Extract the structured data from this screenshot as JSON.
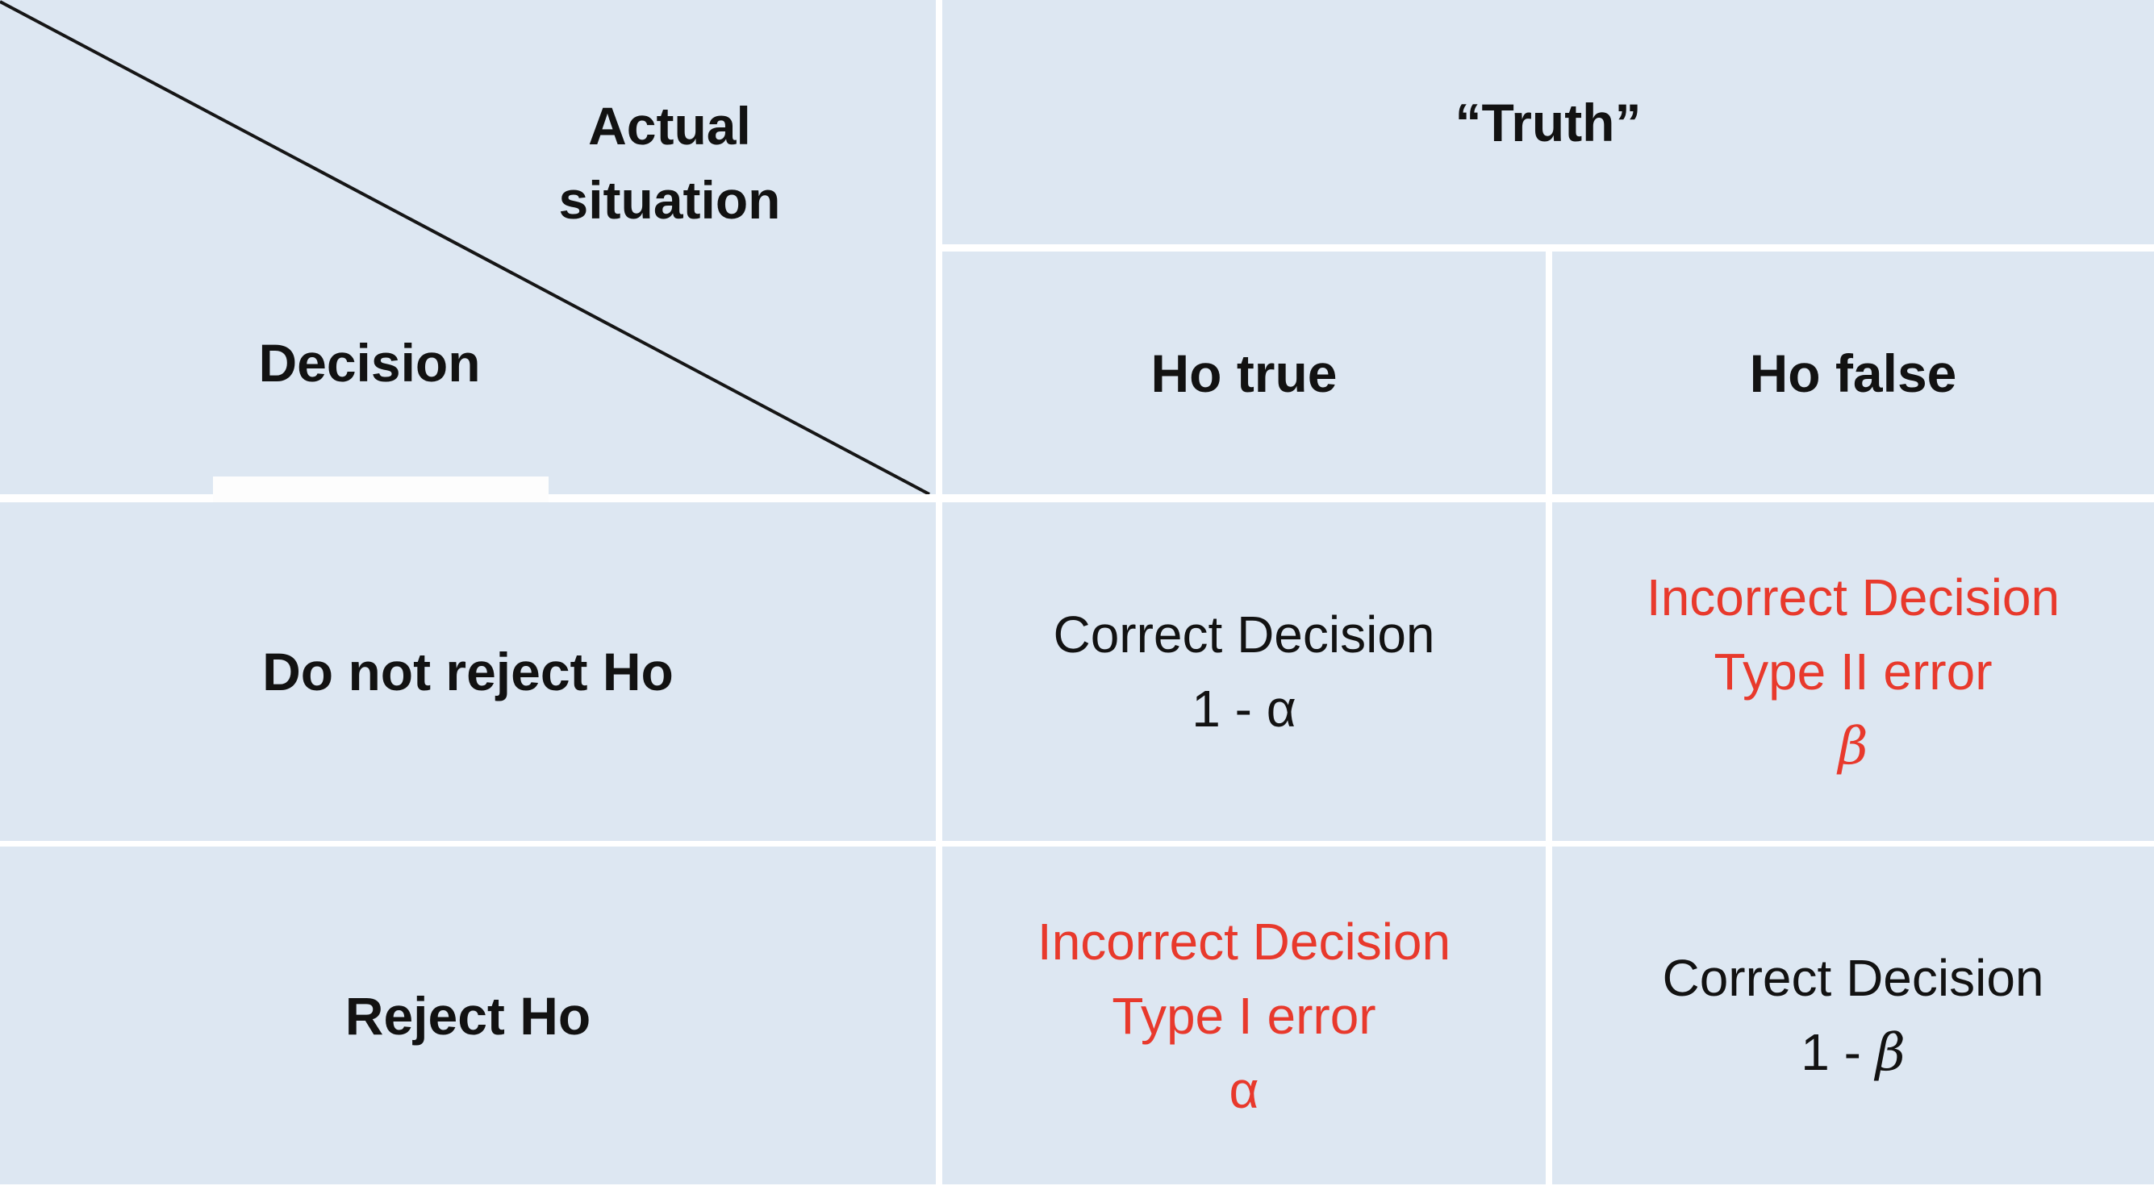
{
  "colors": {
    "cell_background": "#dde7f2",
    "grid_line": "#ffffff",
    "text_black": "#121212",
    "error_red": "#e8392c"
  },
  "table": {
    "corner": {
      "axis_top_line1": "Actual",
      "axis_top_line2": "situation",
      "axis_left": "Decision"
    },
    "column_group": {
      "label": "“Truth”"
    },
    "columns": [
      {
        "label": "Ho true"
      },
      {
        "label": "Ho false"
      }
    ],
    "rows": [
      {
        "label": "Do not reject Ho"
      },
      {
        "label": "Reject Ho"
      }
    ],
    "cells": {
      "not_reject_ho_true": {
        "line1": "Correct Decision",
        "formula_prefix": "1 - ",
        "greek": "α"
      },
      "not_reject_ho_false": {
        "line1": "Incorrect Decision",
        "line2": "Type II error",
        "formula_prefix": "",
        "greek": "β"
      },
      "reject_ho_true": {
        "line1": "Incorrect Decision",
        "line2": "Type I error",
        "formula_prefix": "",
        "greek": "α"
      },
      "reject_ho_false": {
        "line1": "Correct Decision",
        "formula_prefix": "1 - ",
        "greek": "β"
      }
    }
  }
}
